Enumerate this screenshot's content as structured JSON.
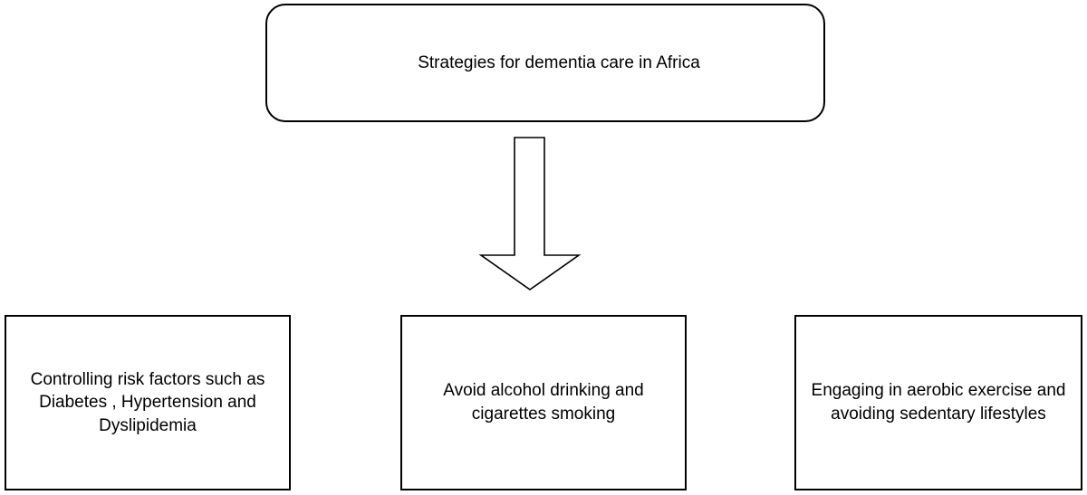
{
  "diagram": {
    "title": "Strategies for dementia care in Africa",
    "items": [
      {
        "text": "Controlling risk factors such as\nDiabetes , Hypertension and\nDyslipidemia"
      },
      {
        "text": "Avoid alcohol drinking and\ncigarettes smoking"
      },
      {
        "text": "Engaging in aerobic exercise and\navoiding sedentary lifestyles"
      }
    ],
    "colors": {
      "stroke": "#000000",
      "fill": "#ffffff"
    }
  }
}
